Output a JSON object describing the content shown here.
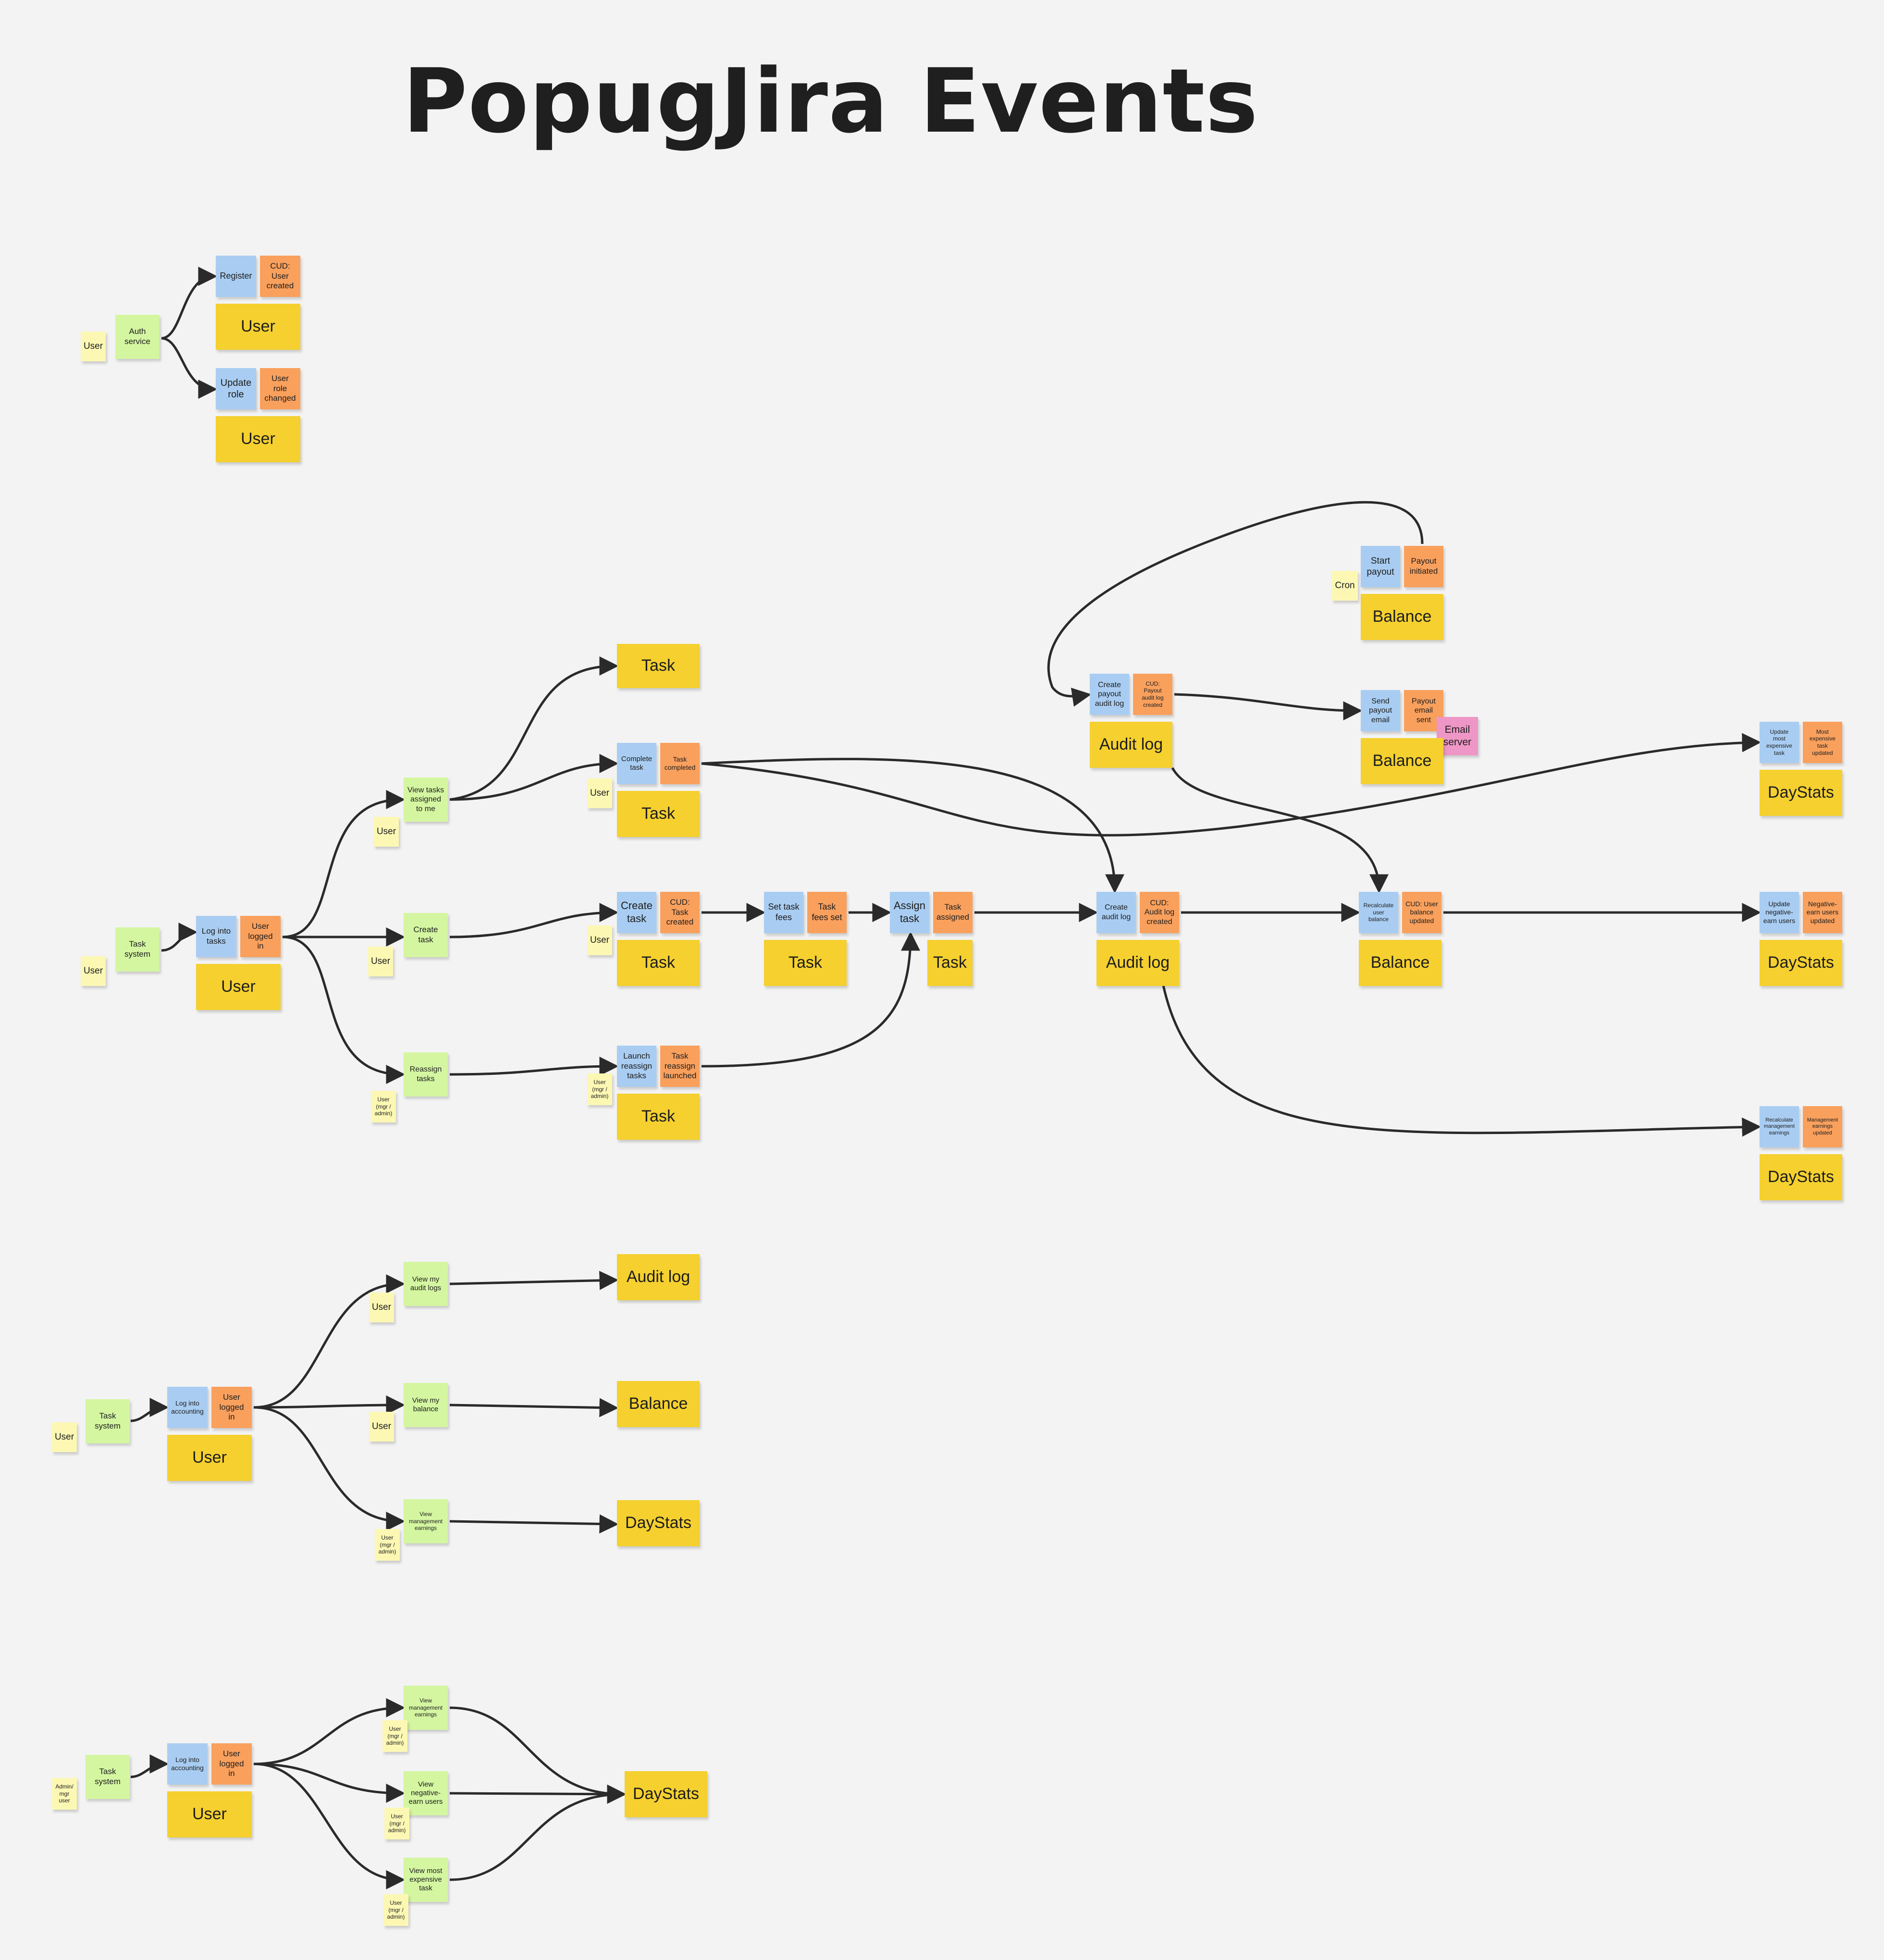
{
  "title": "PopugJira Events",
  "labels": {
    "user": "User",
    "task": "Task",
    "audit_log": "Audit log",
    "balance": "Balance",
    "daystats": "DayStats",
    "user_mgr_admin": "User\n(mgr /\nadmin)"
  },
  "auth": {
    "service": "Auth\nservice",
    "register": "Register",
    "user_created": "CUD:\nUser\ncreated",
    "update_role": "Update\nrole",
    "role_changed": "User\nrole\nchanged"
  },
  "tasks": {
    "system": "Task\nsystem",
    "login": "Log into\ntasks",
    "logged_in": "User\nlogged\nin",
    "view_assigned": "View tasks\nassigned\nto me",
    "create": "Create\ntask",
    "reassign": "Reassign\ntasks",
    "complete": "Complete\ntask",
    "completed": "Task\ncompleted",
    "create_cmd": "Create\ntask",
    "created": "CUD:\nTask\ncreated",
    "launch_reassign": "Launch\nreassign\ntasks",
    "reassign_launched": "Task\nreassign\nlaunched",
    "set_fees": "Set task\nfees",
    "fees_set": "Task\nfees set",
    "assign": "Assign\ntask",
    "assigned": "Task\nassigned"
  },
  "billing": {
    "cron": "Cron",
    "start_payout": "Start\npayout",
    "payout_initiated": "Payout\ninitiated",
    "create_payout_log": "Create\npayout\naudit log",
    "payout_log_created": "CUD:\nPayout\naudit log\ncreated",
    "send_email": "Send\npayout\nemail",
    "email_sent": "Payout\nemail\nsent",
    "email_server": "Email\nserver",
    "create_audit_log": "Create\naudit log",
    "audit_log_created": "CUD:\nAudit log\ncreated",
    "recalc_balance": "Recalculate\nuser\nbalance",
    "balance_updated": "CUD: User\nbalance\nupdated"
  },
  "stats": {
    "update_expensive": "Update\nmost\nexpensive\ntask",
    "expensive_updated": "Most\nexpensive\ntask\nupdated",
    "update_negative": "Update\nnegative-\nearn users",
    "negative_updated": "Negative-\nearn users\nupdated",
    "recalc_mgmt": "Recalculate\nmanagement\nearnings",
    "mgmt_updated": "Management\nearnings\nupdated"
  },
  "accounting": {
    "system": "Task\nsystem",
    "login": "Log into\naccounting",
    "logged_in": "User\nlogged\nin",
    "view_audit": "View my\naudit logs",
    "view_balance": "View my\nbalance",
    "view_mgmt": "View\nmanagement\nearnings"
  },
  "analytics": {
    "actor": "Admin/\nmgr\nuser",
    "system": "Task\nsystem",
    "login": "Log into\naccounting",
    "logged_in": "User\nlogged\nin",
    "view_mgmt": "View\nmanagement\nearnings",
    "view_negative": "View\nnegative-\nearn users",
    "view_expensive": "View most\nexpensive\ntask"
  }
}
